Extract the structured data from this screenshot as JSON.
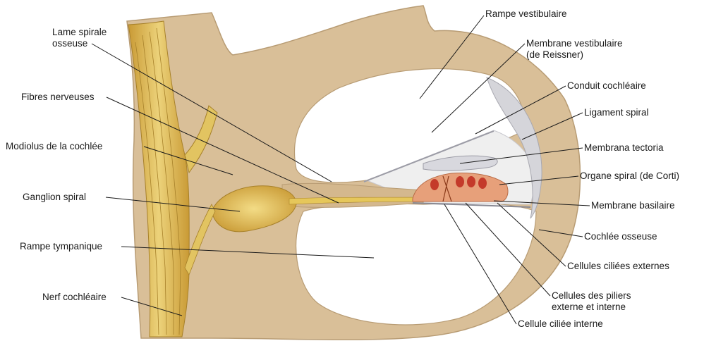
{
  "labels": {
    "rampe_vestibulaire": "Rampe vestibulaire",
    "membrane_vestibulaire_1": "Membrane vestibulaire",
    "membrane_vestibulaire_2": "(de Reissner)",
    "conduit_cochleaire": "Conduit cochléaire",
    "ligament_spiral": "Ligament spiral",
    "membrana_tectoria": "Membrana tectoria",
    "organe_spiral": "Organe spiral (de Corti)",
    "membrane_basilaire": "Membrane basilaire",
    "cochlee_osseuse": "Cochlée osseuse",
    "cellules_ciliees_externes": "Cellules ciliées externes",
    "cellules_piliers_1": "Cellules des piliers",
    "cellules_piliers_2": "externe et interne",
    "cellule_ciliee_interne": "Cellule ciliée interne",
    "lame_spirale_1": "Lame spirale",
    "lame_spirale_2": "osseuse",
    "fibres_nerveuses": "Fibres nerveuses",
    "modiolus": "Modiolus de la cochlée",
    "ganglion_spiral": "Ganglion spiral",
    "rampe_tympanique": "Rampe tympanique",
    "nerf_cochleaire": "Nerf cochléaire"
  },
  "colors": {
    "bone": "#d9bf98",
    "bone_edge": "#b89c74",
    "nerve": "#e6c75a",
    "nerve_dark": "#b8922e",
    "organ": "#e7a07a",
    "organ_cell": "#c43a2a",
    "membrane": "#c9c9cf",
    "cavity": "#ffffff"
  }
}
